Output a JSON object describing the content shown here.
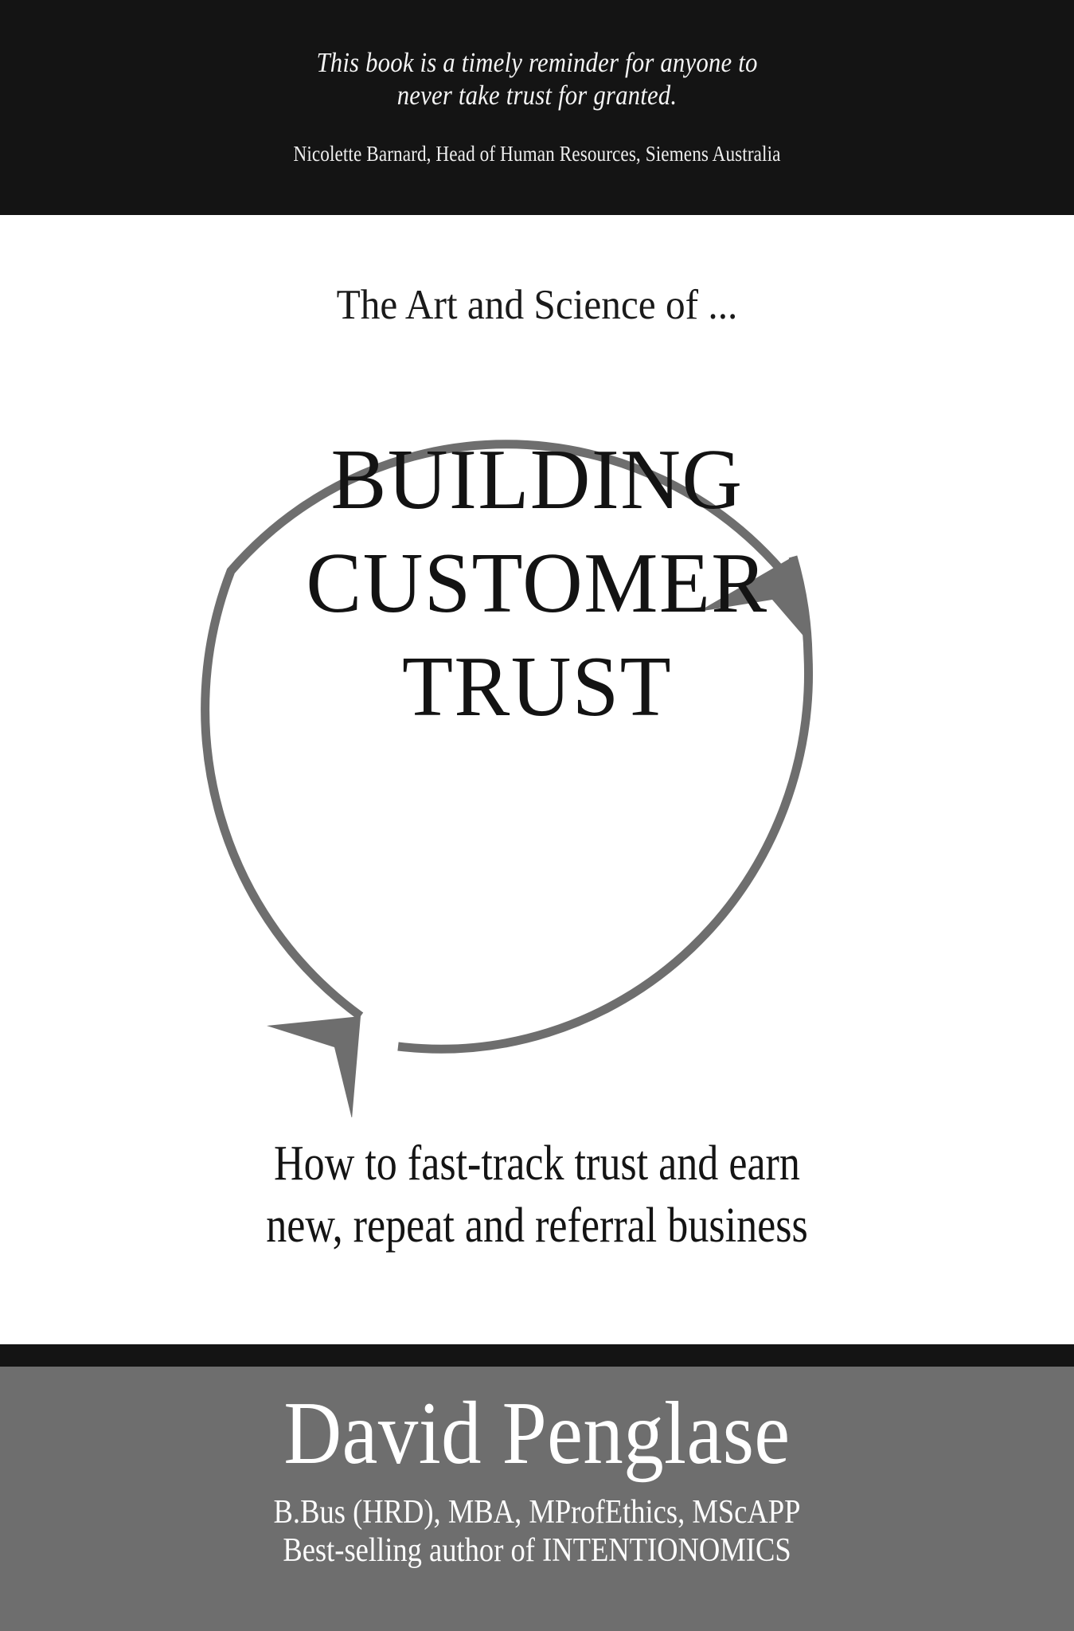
{
  "cover": {
    "colors": {
      "band_black": "#141414",
      "page_white": "#ffffff",
      "footer_gray": "#6e6e6e",
      "circle_gray": "#6e6e6e",
      "title_ink": "#131313",
      "band_text": "#f4f4f4"
    }
  },
  "endorsement": {
    "quote_line_1": "This book is a timely reminder for anyone to",
    "quote_line_2": "never take trust for granted.",
    "attribution": "Nicolette Barnard, Head of Human Resources, Siemens Australia"
  },
  "eyebrow": {
    "text": "The Art and Science of ..."
  },
  "title": {
    "line_1": "BUILDING",
    "line_2": "CUSTOMER",
    "line_3": "TRUST"
  },
  "subtitle": {
    "line_1": "How to fast-track trust and earn",
    "line_2": "new, repeat and referral business"
  },
  "author": {
    "name": "David Penglase",
    "credentials": "B.Bus (HRD), MBA, MProfEthics, MScAPP",
    "byline": "Best-selling author of INTENTIONOMICS"
  },
  "diagram": {
    "icon_name": "circular-cycle-arrows",
    "stroke_color": "#6e6e6e",
    "stroke_width": 11,
    "arrowhead_count": 2,
    "direction": "clockwise"
  }
}
